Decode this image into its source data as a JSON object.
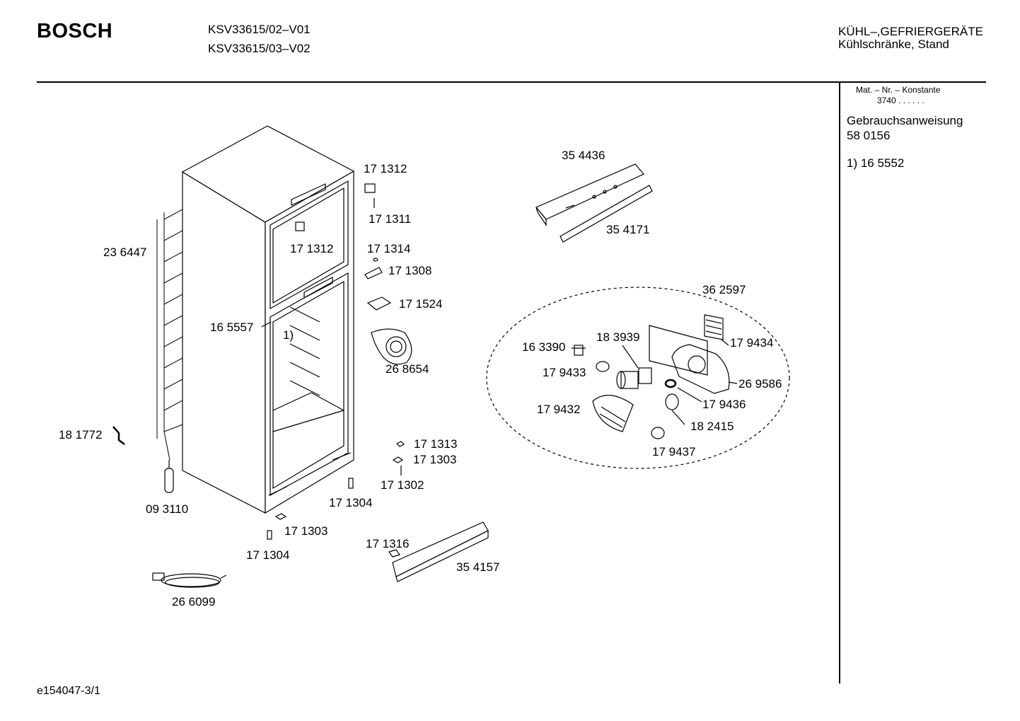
{
  "header": {
    "brand": "BOSCH",
    "models": [
      "KSV33615/02–V01",
      "KSV33615/03–V02"
    ],
    "category_line1": "KÜHL–,GEFRIERGERÄTE",
    "category_line2": "Kühlschränke, Stand"
  },
  "side_panel": {
    "mat_nr_label": "Mat. – Nr. – Konstante",
    "mat_nr_value": "3740 . . . . . .",
    "manual_label": "Gebrauchsanweisung",
    "manual_number": "58 0156",
    "footnote": "1) 16 5552"
  },
  "labels": {
    "l171312a": "17 1312",
    "l171311": "17 1311",
    "l171312b": "17 1312",
    "l236447": "23 6447",
    "l171314": "17 1314",
    "l171308": "17 1308",
    "l171524": "17 1524",
    "l165557": "16 5557",
    "fn1": "1)",
    "l268654": "26 8654",
    "l181772": "18 1772",
    "l093110": "09 3110",
    "l171313": "17 1313",
    "l171303a": "17 1303",
    "l171302": "17 1302",
    "l171304a": "17 1304",
    "l171303b": "17 1303",
    "l171304b": "17 1304",
    "l171316": "17 1316",
    "l354157": "35 4157",
    "l266099": "26 6099",
    "l354436": "35 4436",
    "l354171": "35 4171",
    "l362597": "36 2597",
    "l179434": "17 9434",
    "l183939": "18 3939",
    "l163390": "16 3390",
    "l179433": "17 9433",
    "l269586": "26 9586",
    "l179436": "17 9436",
    "l179432": "17 9432",
    "l182415": "18 2415",
    "l179437": "17 9437"
  },
  "footer": {
    "code": "e154047-3/1"
  }
}
